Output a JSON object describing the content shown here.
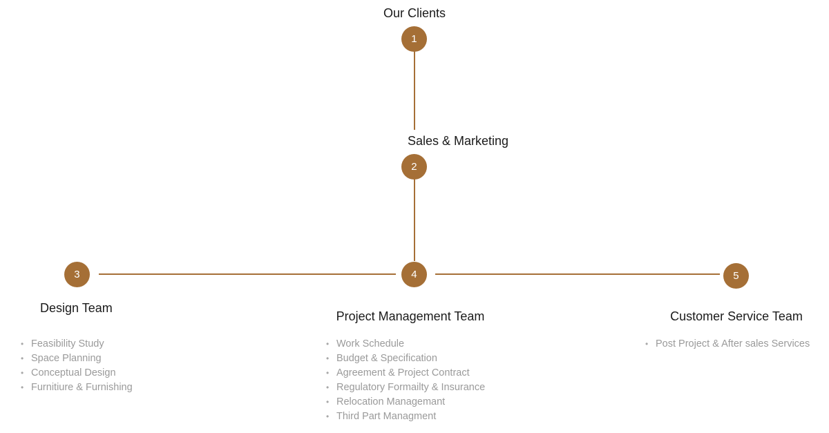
{
  "theme": {
    "accent": "#a56f36",
    "heading_color": "#1a1a1a",
    "body_color": "#9a9a9a",
    "background": "#ffffff"
  },
  "diagram": {
    "type": "org-flow",
    "nodes": [
      {
        "number": "1",
        "label": "Our Clients"
      },
      {
        "number": "2",
        "label": "Sales & Marketing"
      },
      {
        "number": "3",
        "label": "Design Team"
      },
      {
        "number": "4",
        "label": "Project Management Team"
      },
      {
        "number": "5",
        "label": "Customer Service Team"
      }
    ],
    "columns": {
      "design": {
        "heading": "Design Team",
        "items": [
          "Feasibility Study",
          "Space Planning",
          "Conceptual Design",
          "Furnitiure & Furnishing"
        ]
      },
      "project": {
        "heading": "Project Management Team",
        "items": [
          "Work Schedule",
          "Budget & Specification",
          "Agreement & Project Contract",
          "Regulatory Formailty & Insurance",
          "Relocation Managemant",
          "Third Part Managment"
        ]
      },
      "customer": {
        "heading": "Customer Service Team",
        "items": [
          "Post Project & After sales Services"
        ]
      }
    }
  }
}
